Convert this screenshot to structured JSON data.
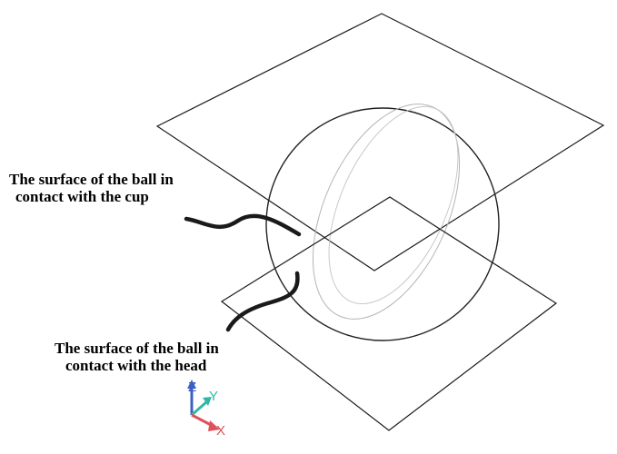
{
  "labels": {
    "cup_line1": "The surface of the ball in",
    "cup_line2": "contact with the cup",
    "head_line1": "The surface of the ball in",
    "head_line2": "contact with the head"
  },
  "triad": {
    "z_label": "Z",
    "y_label": "Y",
    "x_label": "X",
    "colors": {
      "z": "#3d5fc4",
      "y": "#2fb8a8",
      "x": "#e0505a"
    }
  },
  "colors": {
    "plane_stroke": "#1a1a1a",
    "sphere_stroke": "#222222",
    "band_stroke": "#b5b5b5",
    "leader_stroke": "#1a1a1a"
  }
}
